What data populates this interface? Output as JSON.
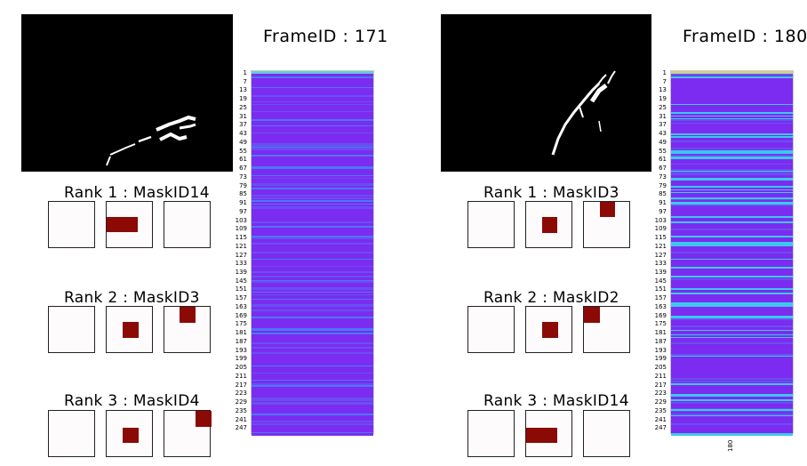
{
  "panels": [
    {
      "frame_title": "FrameID : 171",
      "x_tick": "",
      "ranks": [
        {
          "label": "Rank  1 : MaskID14"
        },
        {
          "label": "Rank  2 : MaskID3"
        },
        {
          "label": "Rank  3 : MaskID4"
        }
      ]
    },
    {
      "frame_title": "FrameID : 180",
      "x_tick": "180",
      "ranks": [
        {
          "label": "Rank  1 : MaskID3"
        },
        {
          "label": "Rank  2 : MaskID2"
        },
        {
          "label": "Rank  3 : MaskID14"
        }
      ]
    }
  ],
  "heatmap_y_ticks": [
    "1",
    "7",
    "13",
    "19",
    "25",
    "31",
    "37",
    "43",
    "49",
    "55",
    "61",
    "67",
    "73",
    "79",
    "85",
    "91",
    "97",
    "103",
    "109",
    "115",
    "121",
    "127",
    "133",
    "139",
    "145",
    "151",
    "157",
    "163",
    "169",
    "175",
    "181",
    "187",
    "193",
    "199",
    "205",
    "211",
    "217",
    "223",
    "229",
    "235",
    "241",
    "247"
  ],
  "colors": {
    "mask_fill": "#8b0a06",
    "heat_base": "#7b2cf0",
    "frame_bg": "#000000"
  }
}
